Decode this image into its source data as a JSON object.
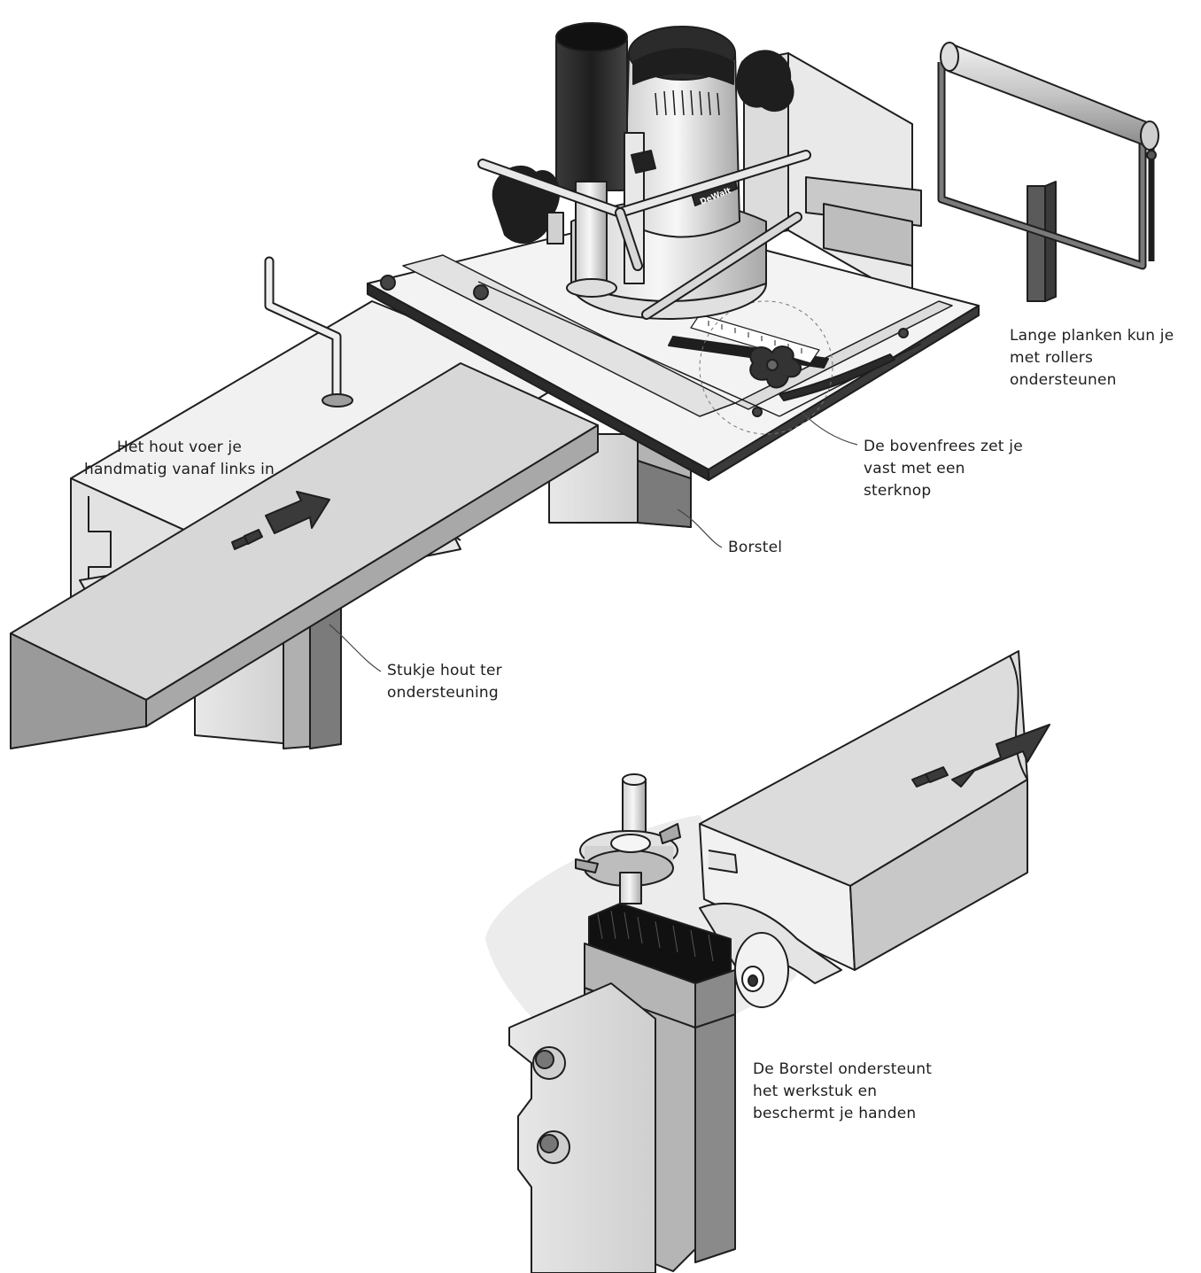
{
  "annotations": {
    "feed": {
      "lines": [
        "Het hout voer je",
        "handmatig vanaf links in"
      ]
    },
    "rollers": {
      "lines": [
        "Lange planken kun je",
        "met rollers",
        "ondersteunen"
      ]
    },
    "star_knob": {
      "lines": [
        "De bovenfrees zet je",
        "vast met een",
        "sterknop"
      ]
    },
    "brush": {
      "lines": [
        "Borstel"
      ]
    },
    "support_wood": {
      "lines": [
        "Stukje hout ter",
        "ondersteuning"
      ]
    },
    "brush_detail": {
      "lines": [
        "De Borstel ondersteunt",
        "het werkstuk en",
        "beschermt je handen"
      ]
    }
  },
  "router_brand": "DeWalt",
  "colors": {
    "outline": "#1e1e1e",
    "board_top": "#d7d7d7",
    "board_side": "#9a9a9a",
    "plate": "#f2f2f2",
    "motor_dark": "#2b2b2b",
    "arrow": "#3a3a3a",
    "bristle": "#111111"
  }
}
